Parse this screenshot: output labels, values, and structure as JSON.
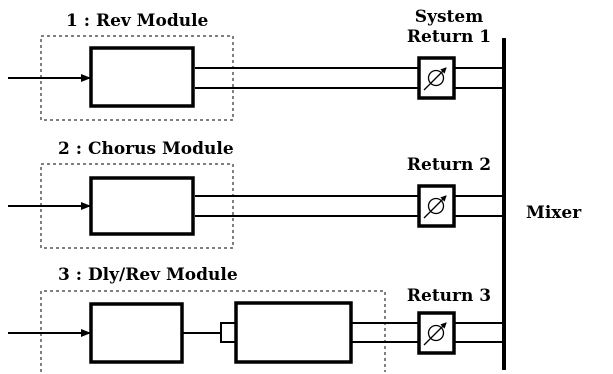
{
  "modules": [
    {
      "label": "1 : Rev Module"
    },
    {
      "label": "2 : Chorus Module"
    },
    {
      "label": "3 : Dly/Rev Module"
    }
  ],
  "returns": {
    "system_label": "System",
    "items": [
      {
        "label": "Return 1"
      },
      {
        "label": "Return 2"
      },
      {
        "label": "Return 3"
      }
    ]
  },
  "mixer_label": "Mixer",
  "icons": {
    "input_arrow": "right-arrow",
    "return_control": "variable-resistor-symbol"
  },
  "colors": {
    "line": "#000000",
    "background": "#ffffff"
  }
}
